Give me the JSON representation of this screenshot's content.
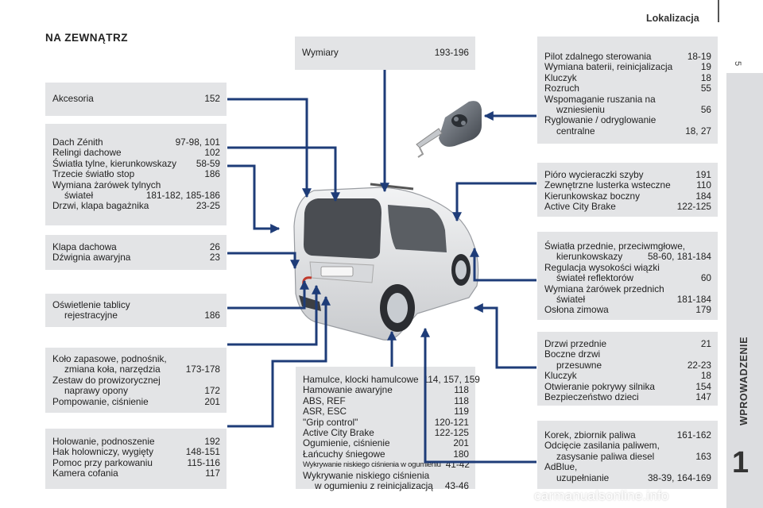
{
  "header": {
    "section": "Lokalizacja",
    "page_number": "5",
    "title": "NA ZEWNĄTRZ"
  },
  "sidebar": {
    "chapter_label": "WPROWADZENIE",
    "chapter_number": "1"
  },
  "boxes": {
    "wymiary": [
      {
        "label": "Wymiary",
        "pages": "193-196"
      }
    ],
    "akcesoria": [
      {
        "label": "Akcesoria",
        "pages": "152"
      }
    ],
    "dach": [
      {
        "label": "Dach Zénith",
        "pages": "97-98, 101"
      },
      {
        "label": "Relingi dachowe",
        "pages": "102"
      },
      {
        "label": "Światła tylne, kierunkowskazy",
        "pages": "58-59"
      },
      {
        "label": "Trzecie światło stop",
        "pages": "186"
      },
      {
        "label": "Wymiana żarówek tylnych",
        "pages": ""
      },
      {
        "label": "świateł",
        "pages": "181-182, 185-186"
      },
      {
        "label": "Drzwi, klapa bagażnika",
        "pages": "23-25"
      }
    ],
    "klapa": [
      {
        "label": "Klapa dachowa",
        "pages": "26"
      },
      {
        "label": "Dźwignia awaryjna",
        "pages": "23"
      }
    ],
    "oswietlenie": [
      {
        "label": "Oświetlenie tablicy",
        "pages": ""
      },
      {
        "label": "rejestracyjne",
        "pages": "186"
      }
    ],
    "kolo": [
      {
        "label": "Koło zapasowe, podnośnik,",
        "pages": ""
      },
      {
        "label": "zmiana koła, narzędzia",
        "pages": "173-178"
      },
      {
        "label": "Zestaw do prowizorycznej",
        "pages": ""
      },
      {
        "label": "naprawy opony",
        "pages": "172"
      },
      {
        "label": "Pompowanie, ciśnienie",
        "pages": "201"
      }
    ],
    "holowanie": [
      {
        "label": "Holowanie, podnoszenie",
        "pages": "192"
      },
      {
        "label": "Hak holowniczy, wygięty",
        "pages": "148-151"
      },
      {
        "label": "Pomoc przy parkowaniu",
        "pages": "115-116"
      },
      {
        "label": "Kamera cofania",
        "pages": "117"
      }
    ],
    "hamulce": [
      {
        "label": "Hamulce, klocki hamulcowe",
        "pages": "114, 157, 159"
      },
      {
        "label": "Hamowanie awaryjne",
        "pages": "118"
      },
      {
        "label": "ABS, REF",
        "pages": "118"
      },
      {
        "label": "ASR, ESC",
        "pages": "119"
      },
      {
        "label": "\"Grip control\"",
        "pages": "120-121"
      },
      {
        "label": "Active City Brake",
        "pages": "122-125"
      },
      {
        "label": "Ogumienie, ciśnienie",
        "pages": "201"
      },
      {
        "label": "Łańcuchy śniegowe",
        "pages": "180"
      },
      {
        "label": "Wykrywanie niskiego ciśnienia w ogumieniu",
        "pages": "41-42"
      },
      {
        "label": "Wykrywanie niskiego ciśnienia",
        "pages": ""
      },
      {
        "label": "w ogumieniu z reinicjalizacją",
        "pages": "43-46"
      }
    ],
    "pilot": [
      {
        "label": "Pilot zdalnego sterowania",
        "pages": "18-19"
      },
      {
        "label": "Wymiana baterii, reinicjalizacja",
        "pages": "19"
      },
      {
        "label": "Kluczyk",
        "pages": "18"
      },
      {
        "label": "Rozruch",
        "pages": "55"
      },
      {
        "label": "Wspomaganie ruszania na",
        "pages": ""
      },
      {
        "label": "wzniesieniu",
        "pages": "56"
      },
      {
        "label": "Ryglowanie / odryglowanie",
        "pages": ""
      },
      {
        "label": "centralne",
        "pages": "18, 27"
      }
    ],
    "pioro": [
      {
        "label": "Pióro wycieraczki szyby",
        "pages": "191"
      },
      {
        "label": "Zewnętrzne lusterka wsteczne",
        "pages": "110"
      },
      {
        "label": "Kierunkowskaz boczny",
        "pages": "184"
      },
      {
        "label": "Active City Brake",
        "pages": "122-125"
      }
    ],
    "swiatla": [
      {
        "label": "Światła przednie, przeciwmgłowe,",
        "pages": ""
      },
      {
        "label": "kierunkowskazy",
        "pages": "58-60, 181-184"
      },
      {
        "label": "Regulacja wysokości wiązki",
        "pages": ""
      },
      {
        "label": "świateł reflektorów",
        "pages": "60"
      },
      {
        "label": "Wymiana żarówek przednich",
        "pages": ""
      },
      {
        "label": "świateł",
        "pages": "181-184"
      },
      {
        "label": "Osłona zimowa",
        "pages": "179"
      }
    ],
    "drzwi": [
      {
        "label": "Drzwi przednie",
        "pages": "21"
      },
      {
        "label": "Boczne drzwi",
        "pages": ""
      },
      {
        "label": "przesuwne",
        "pages": "22-23"
      },
      {
        "label": "Kluczyk",
        "pages": "18"
      },
      {
        "label": "Otwieranie pokrywy silnika",
        "pages": "154"
      },
      {
        "label": "Bezpieczeństwo dzieci",
        "pages": "147"
      }
    ],
    "korek": [
      {
        "label": "Korek, zbiornik paliwa",
        "pages": "161-162"
      },
      {
        "label": "Odcięcie zasilania paliwem,",
        "pages": ""
      },
      {
        "label": "zasysanie paliwa diesel",
        "pages": "163"
      },
      {
        "label": "AdBlue,",
        "pages": ""
      },
      {
        "label": "uzupełnianie",
        "pages": "38-39, 164-169"
      }
    ]
  },
  "watermark": "carmanualsonline.info",
  "colors": {
    "box_bg": "#e3e4e6",
    "callout_line": "#1e3c78",
    "sidebar_bg": "#dcdde0"
  }
}
